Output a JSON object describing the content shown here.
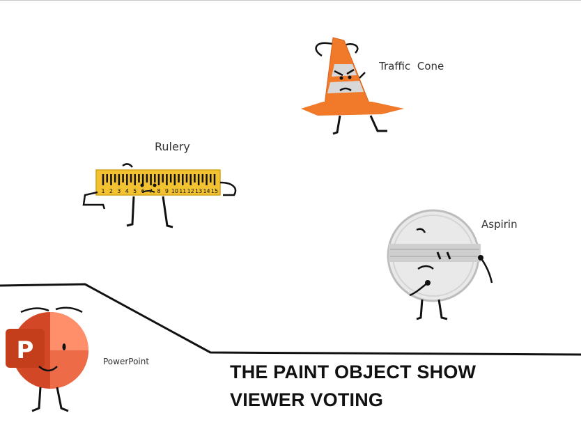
{
  "characters": [
    {
      "id": "traffic-cone",
      "label_part1": "Traffic",
      "label_part2": "Cone",
      "color": "#f07a2a"
    },
    {
      "id": "rulery",
      "label": "Rulery",
      "color": "#f2c230",
      "ruler_ticks": [
        "1",
        "2",
        "3",
        "4",
        "5",
        "6",
        "7",
        "8",
        "9",
        "10",
        "11",
        "12",
        "13",
        "14",
        "15"
      ]
    },
    {
      "id": "aspirin",
      "label": "Aspirin",
      "color": "#e6e6e6"
    },
    {
      "id": "powerpoint",
      "label": "PowerPoint",
      "logo_letter": "P",
      "color": "#d24726"
    }
  ],
  "show": {
    "title_line1": "THE PAINT OBJECT SHOW",
    "title_line2": "VIEWER VOTING"
  }
}
